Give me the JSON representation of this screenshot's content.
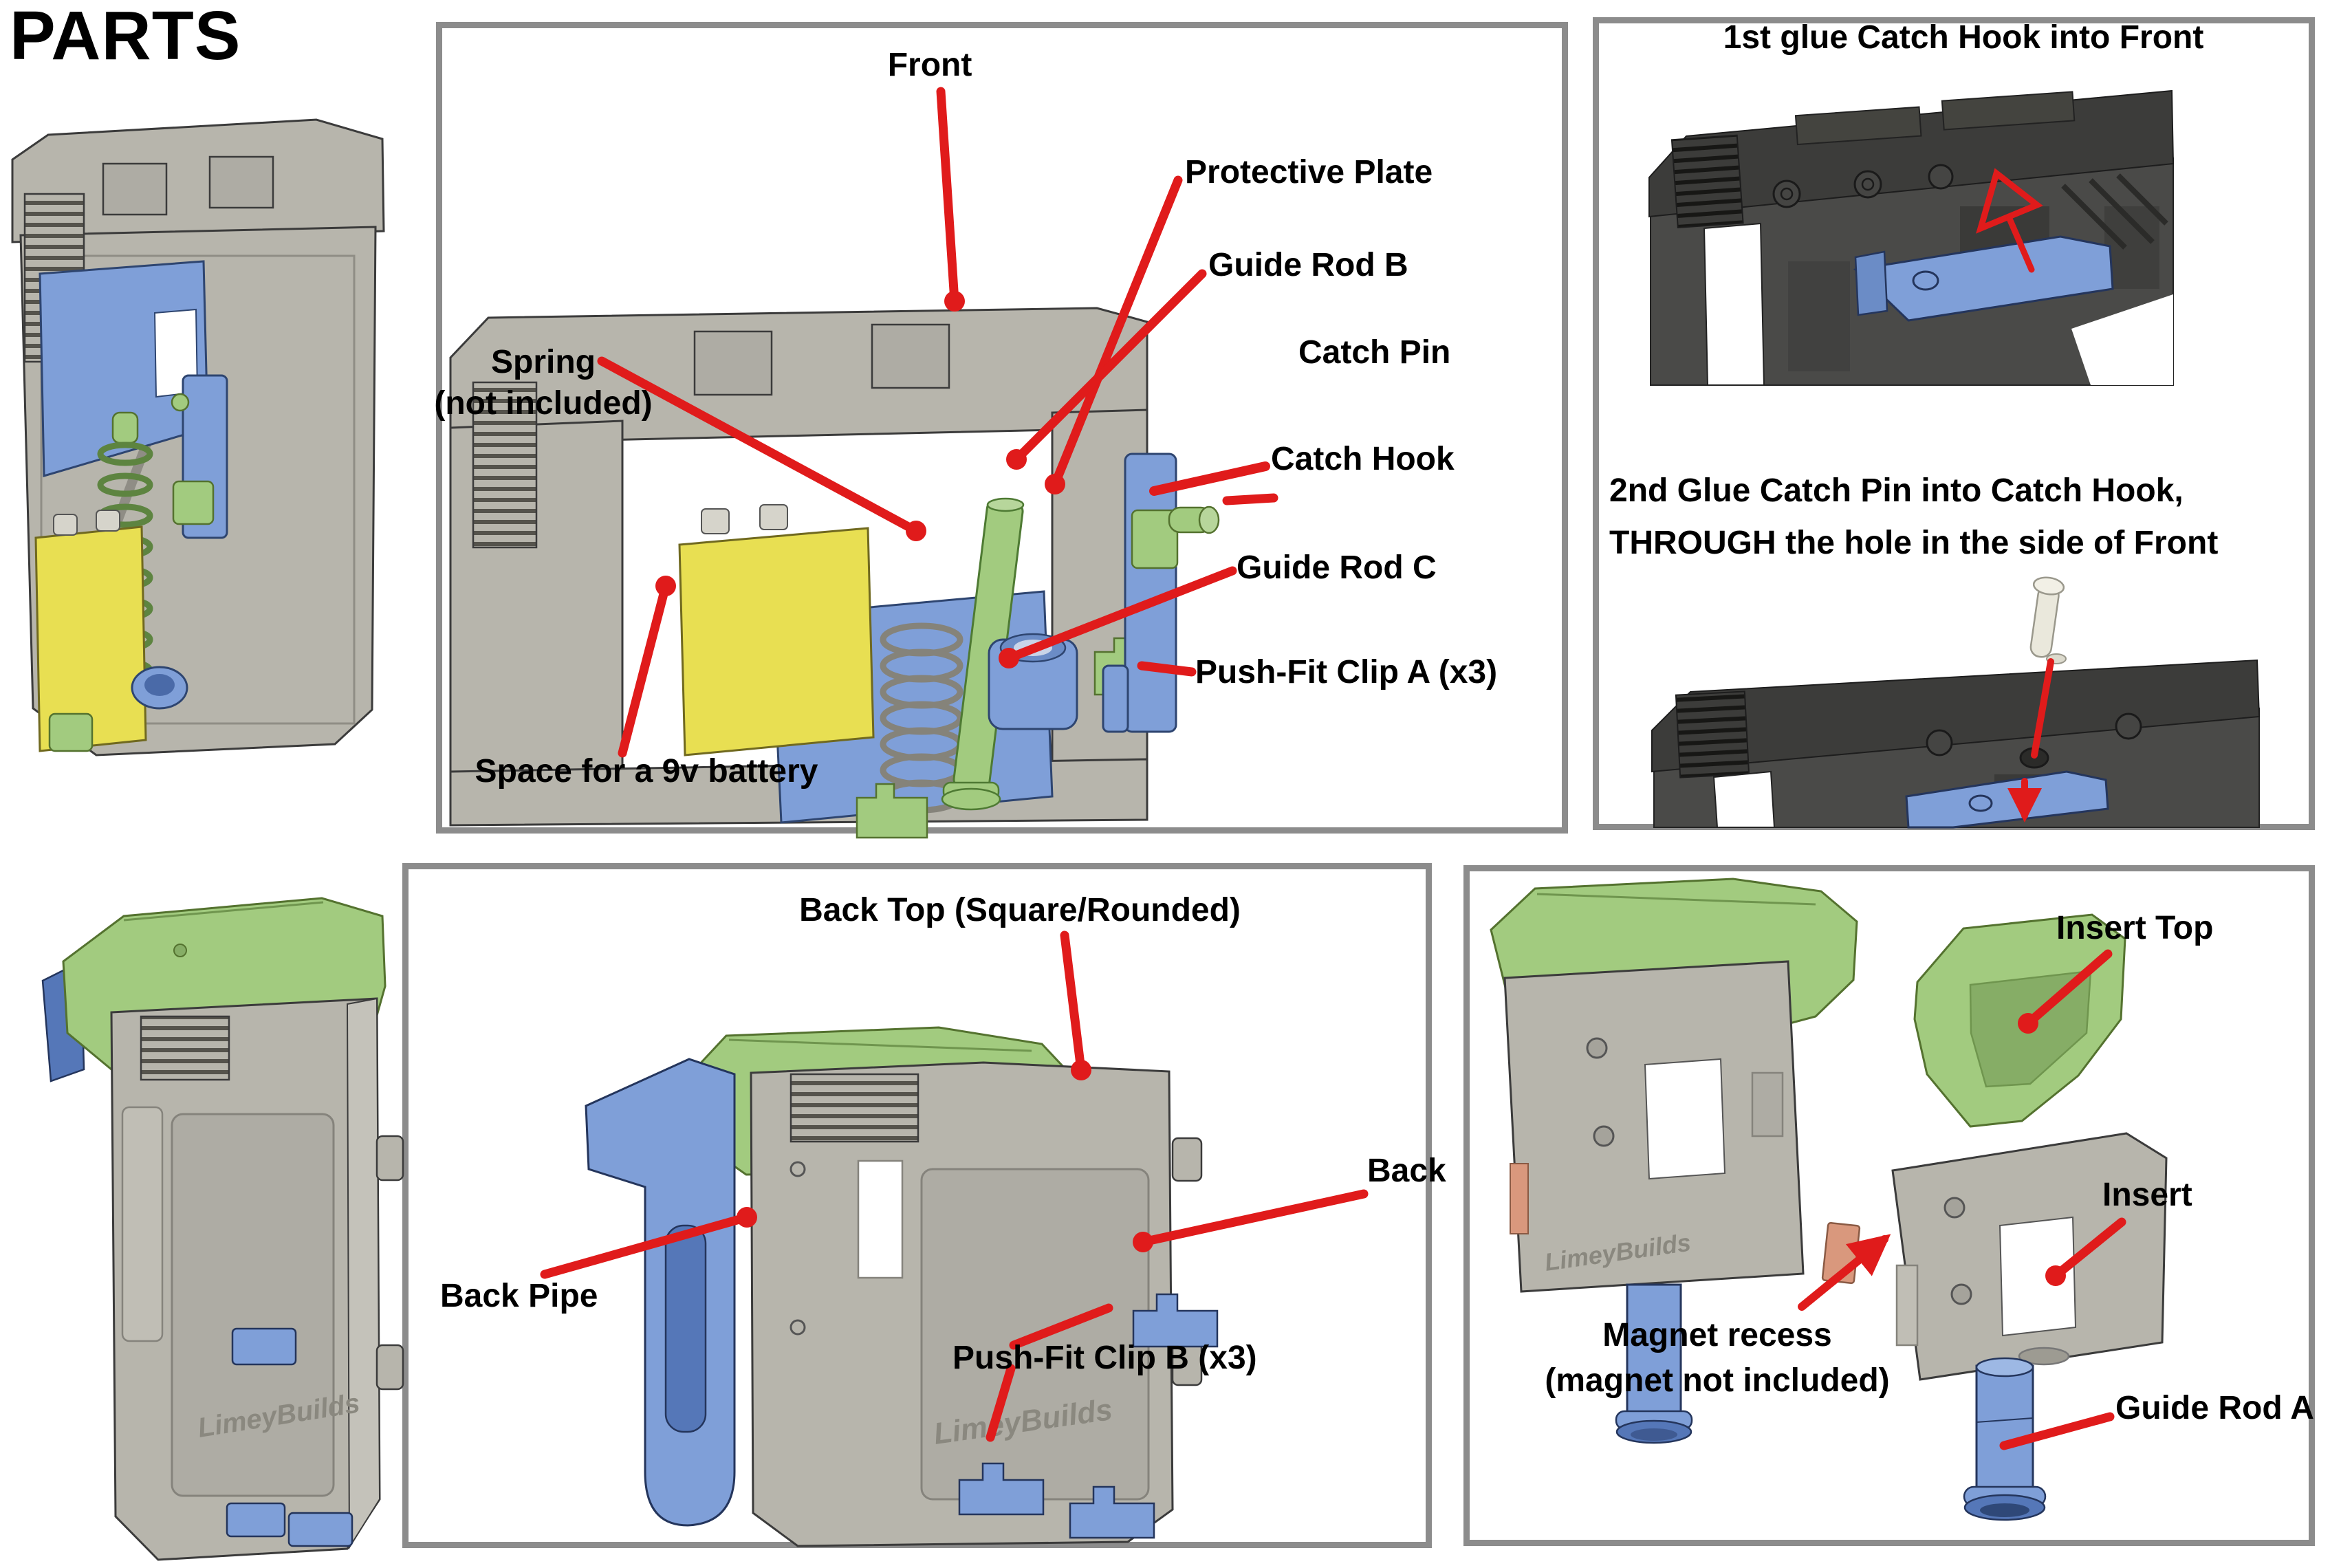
{
  "page": {
    "title": "PARTS"
  },
  "colors": {
    "panel_border": "#8c8c8c",
    "annotation_red": "#e01b1b",
    "part_gray": "#b7b5ac",
    "part_gray_dark": "#9d9b92",
    "part_blue": "#7f9fd8",
    "part_blue_dark": "#5577b8",
    "part_green": "#a2cb7f",
    "part_green_dark": "#86ad66",
    "part_yellow": "#e8df52",
    "dark_render": "#454543",
    "pin_cream": "#eae8dc",
    "magnet_copper": "#d9987d"
  },
  "front_panel": {
    "labels": {
      "front": "Front",
      "protective_plate": "Protective Plate",
      "guide_rod_b": "Guide Rod B",
      "catch_pin": "Catch Pin",
      "catch_hook": "Catch Hook",
      "guide_rod_c": "Guide Rod C",
      "push_fit_clip_a": "Push-Fit Clip A (x3)",
      "spring_line1": "Spring",
      "spring_line2": "(not included)",
      "battery": "Space for a 9v battery"
    }
  },
  "glue_panel": {
    "step1": "1st glue Catch Hook into Front",
    "step2_line1": "2nd Glue Catch Pin into Catch Hook,",
    "step2_line2": "THROUGH the hole in the side of Front"
  },
  "back_panel": {
    "labels": {
      "back_top": "Back Top (Square/Rounded)",
      "back": "Back",
      "back_pipe": "Back Pipe",
      "push_fit_clip_b": "Push-Fit Clip B (x3)"
    }
  },
  "insert_panel": {
    "labels": {
      "insert_top": "Insert Top",
      "insert": "Insert",
      "magnet_line1": "Magnet recess",
      "magnet_line2": "(magnet not included)",
      "guide_rod_a": "Guide Rod A"
    }
  },
  "branding": {
    "logo": "LimeyBuilds"
  }
}
